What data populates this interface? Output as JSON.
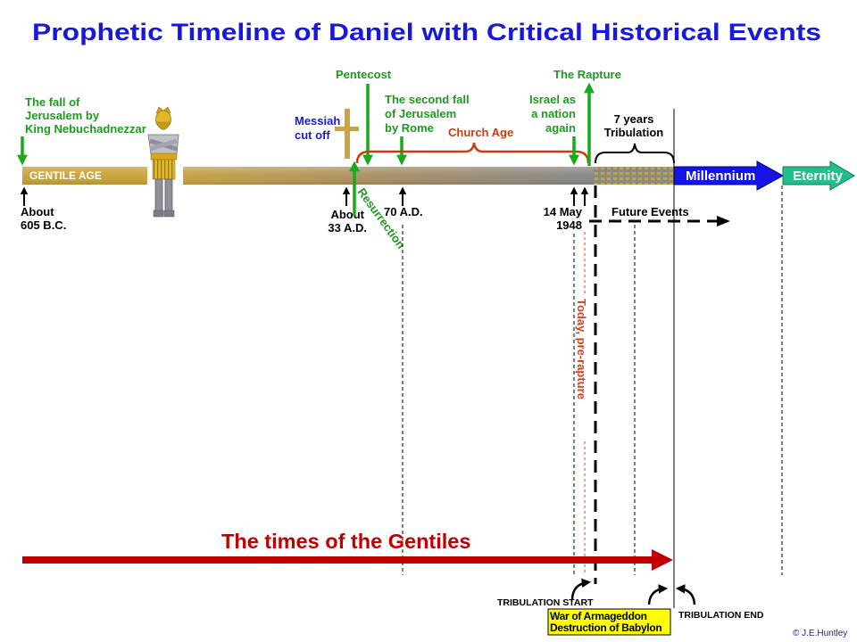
{
  "title": "Prophetic Timeline of Daniel with Critical Historical Events",
  "timeline": {
    "gentile_age": "GENTILE AGE",
    "millennium": "Millennium",
    "eternity": "Eternity"
  },
  "events_above": {
    "fall_of_jerusalem": [
      "The fall of",
      "Jerusalem by",
      "King Nebuchadnezzar"
    ],
    "messiah": [
      "Messiah",
      "cut off"
    ],
    "pentecost": "Pentecost",
    "second_fall": [
      "The second fall",
      "of Jerusalem",
      "by Rome"
    ],
    "church_age": "Church Age",
    "israel": [
      "Israel as",
      "a nation",
      "again"
    ],
    "rapture": "The Rapture",
    "tribulation": [
      "7 years",
      "Tribulation"
    ]
  },
  "dates_below": {
    "bc_605": [
      "About",
      "605 B.C."
    ],
    "ad_33": [
      "About",
      "33 A.D."
    ],
    "resurrection": "Resurrection",
    "ad_70": "70 A.D.",
    "may_1948": [
      "14 May",
      "1948"
    ],
    "future_events": "Future Events",
    "today": "Today, pre-rapture"
  },
  "times_of_gentiles": "The times of the Gentiles",
  "footer": {
    "tribulation_start": "TRIBULATION START",
    "yellow_box": [
      "War of Armageddon",
      "Destruction of Babylon"
    ],
    "tribulation_end": "TRIBULATION END",
    "copyright": "© J.E.Huntley"
  },
  "colors": {
    "title_blue": "#1818d8",
    "event_green": "#1c9c1c",
    "arrow_green": "#18aa18",
    "messiah_blue": "#1a1ad0",
    "church_age_red": "#c83c10",
    "today_red": "#d8401c",
    "times_red": "#c00000",
    "box_yellow": "#ffff00",
    "millennium_blue": "#1414e6",
    "eternity_teal": "#22bf8c",
    "cross_gold": "#c9a24e"
  }
}
